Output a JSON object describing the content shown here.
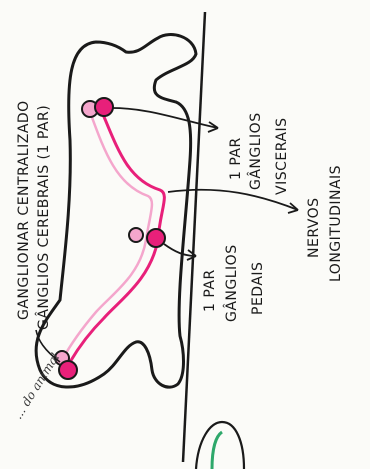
{
  "labels": {
    "heading_1": "GANGLIONAR CENTRALIZADO",
    "heading_2": "GÂNGLIOS CEREBRAIS (1 PAR)",
    "ganglios_viscerais_1": "1 PAR",
    "ganglios_viscerais_2": "GÂNGLIOS",
    "ganglios_viscerais_3": "VISCERAIS",
    "nervos_1": "NERVOS",
    "nervos_2": "LONGITUDINAIS",
    "ganglios_pedais_1": "1 PAR",
    "ganglios_pedais_2": "GÂNGLIOS",
    "ganglios_pedais_3": "PEDAIS",
    "script_text": "... do\nanimal"
  },
  "colors": {
    "ink": "#1a1a1a",
    "ganglion": "#e8207a",
    "ganglion_light": "#f4a6cc",
    "nerve": "#e8207a",
    "accent_green": "#2ea86b"
  }
}
